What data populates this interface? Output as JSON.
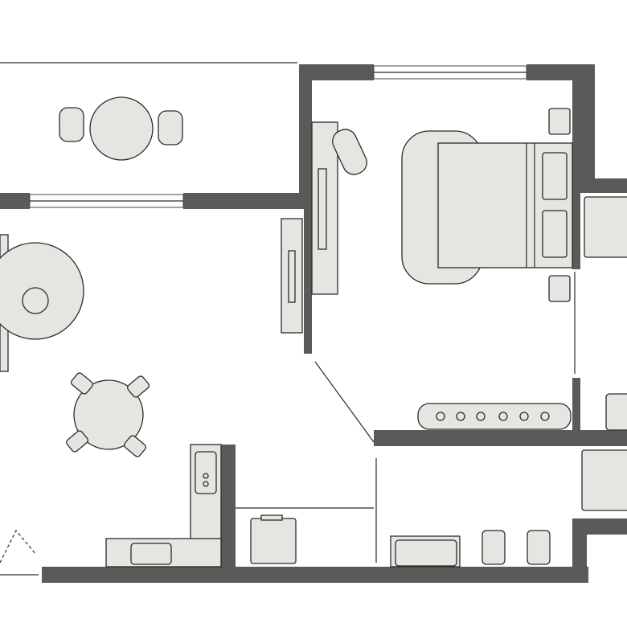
{
  "plan": {
    "colors": {
      "wall": "#5a5b59",
      "furniture": "#e7e5e1",
      "outline": "#2b2b2b",
      "background": "#ffffff"
    },
    "rooms": [
      "balcony",
      "living-room",
      "bedroom",
      "kitchen",
      "bathroom",
      "hallway"
    ]
  }
}
